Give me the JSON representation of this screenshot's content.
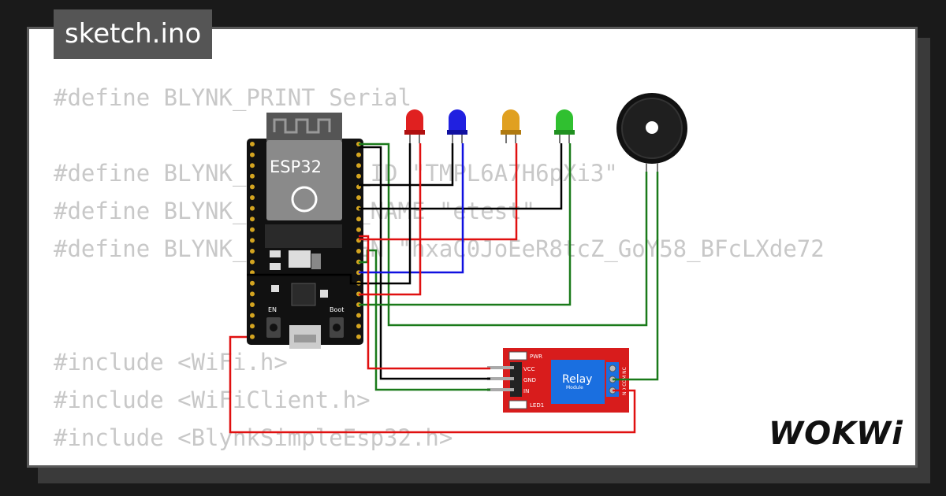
{
  "title": "sketch.ino",
  "code_lines": [
    "#define BLYNK_PRINT Serial",
    "",
    "#define BLYNK_TEMPLATE_ID \"TMPL6A7H6pXi3\"",
    "#define BLYNK_TEMPLATE_NAME \"etest\"",
    "#define BLYNK_AUTH_TOKEN \"hxaC0JoEeR8tcZ_GoY58_BFcLXde72",
    "",
    "",
    "#include <WiFi.h>",
    "#include <WiFiClient.h>",
    "#include <BlynkSimpleEsp32.h>"
  ],
  "board": {
    "label": "ESP32",
    "button_en": "EN",
    "button_boot": "Boot"
  },
  "relay": {
    "label": "Relay",
    "sublabel": "Module",
    "pin_vcc": "VCC",
    "pin_gnd": "GND",
    "pin_in": "IN",
    "led_pwr": "PWR",
    "led_1": "LED1",
    "term_labels": "NO COM NC"
  },
  "logo": "WOKWi",
  "colors": {
    "led_red": "#e02020",
    "led_blue": "#2020e0",
    "led_yellow": "#e0a020",
    "led_green": "#30c030",
    "wire_green": "#1a7a1a",
    "wire_red": "#e01010",
    "wire_blue": "#1010e0",
    "wire_black": "#000000",
    "relay_board": "#d81c1c",
    "relay_body": "#1a6fe0"
  }
}
